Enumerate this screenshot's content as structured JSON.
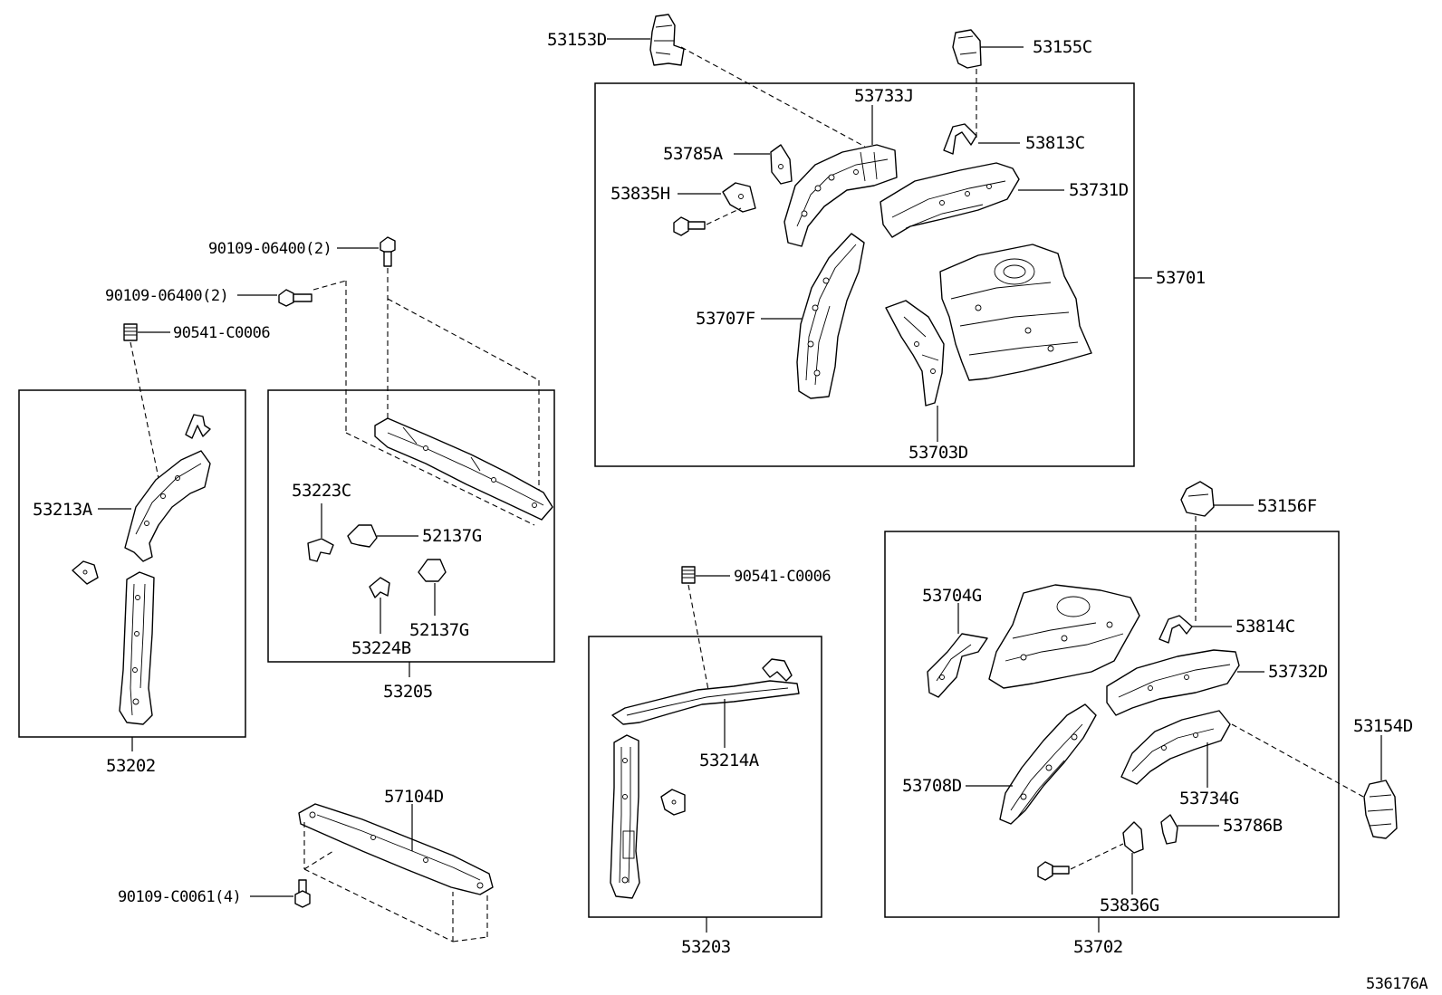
{
  "diagram_id": "536176A",
  "assemblies": {
    "a53701": "53701",
    "a53702": "53702",
    "a53202": "53202",
    "a53205": "53205",
    "a53203": "53203"
  },
  "parts": {
    "p53153D": "53153D",
    "p53155C": "53155C",
    "p53733J": "53733J",
    "p53785A": "53785A",
    "p53813C": "53813C",
    "p53835H": "53835H",
    "p53731D": "53731D",
    "p53707F": "53707F",
    "p53703D": "53703D",
    "bolt_06400_a": "90109-06400(2)",
    "bolt_06400_b": "90109-06400(2)",
    "nut_c0006_a": "90541-C0006",
    "nut_c0006_b": "90541-C0006",
    "p53213A": "53213A",
    "p53223C": "53223C",
    "p52137G_a": "52137G",
    "p52137G_b": "52137G",
    "p53224B": "53224B",
    "p53214A": "53214A",
    "p57104D": "57104D",
    "bolt_c0061": "90109-C0061(4)",
    "p53156F": "53156F",
    "p53704G": "53704G",
    "p53814C": "53814C",
    "p53732D": "53732D",
    "p53154D": "53154D",
    "p53708D": "53708D",
    "p53734G": "53734G",
    "p53786B": "53786B",
    "p53836G": "53836G"
  }
}
